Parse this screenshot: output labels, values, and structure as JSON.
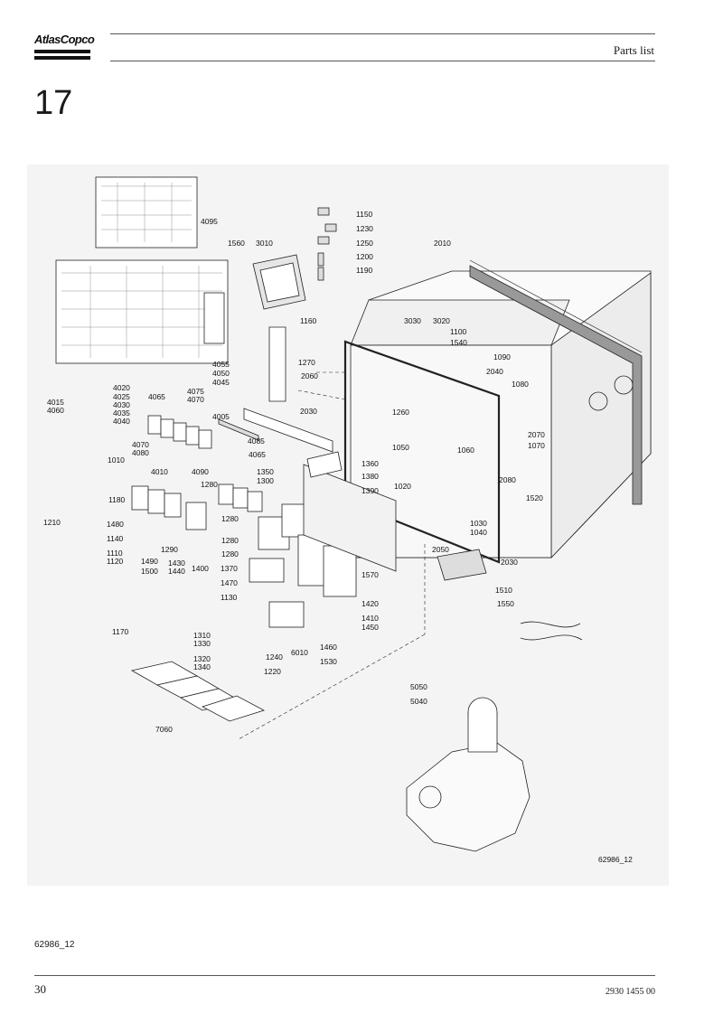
{
  "header": {
    "brand": "AtlasCopco",
    "title": "Parts list"
  },
  "section_number": "17",
  "figure": {
    "reference": "62986_12",
    "callouts": [
      "4095",
      "1560",
      "3010",
      "1150",
      "1230",
      "1250",
      "1200",
      "1190",
      "2010",
      "1160",
      "3030",
      "3020",
      "1100",
      "1540",
      "1270",
      "2060",
      "1090",
      "2040",
      "1080",
      "4055",
      "4050",
      "4045",
      "4020",
      "4025",
      "4030",
      "4035",
      "4040",
      "4015",
      "4060",
      "4065",
      "4075",
      "4070",
      "2030",
      "1260",
      "4005",
      "1050",
      "1060",
      "2070",
      "1070",
      "4085",
      "4070",
      "4080",
      "4065",
      "1360",
      "1010",
      "4010",
      "4090",
      "1380",
      "2080",
      "1280",
      "1350",
      "1300",
      "1390",
      "1020",
      "1520",
      "1180",
      "1280",
      "1210",
      "1480",
      "1140",
      "1290",
      "1280",
      "1110",
      "1120",
      "1490",
      "1500",
      "1430",
      "1440",
      "1400",
      "1280",
      "1370",
      "1030",
      "1040",
      "2050",
      "2030",
      "1570",
      "1510",
      "1470",
      "1130",
      "1420",
      "1550",
      "1410",
      "1450",
      "1170",
      "1310",
      "1330",
      "6010",
      "1460",
      "1240",
      "1320",
      "1340",
      "1220",
      "1530",
      "5050",
      "5040",
      "7060",
      "62986_12"
    ]
  },
  "footer": {
    "figure_ref": "62986_12",
    "page_number": "30",
    "doc_number": "2930 1455 00"
  }
}
